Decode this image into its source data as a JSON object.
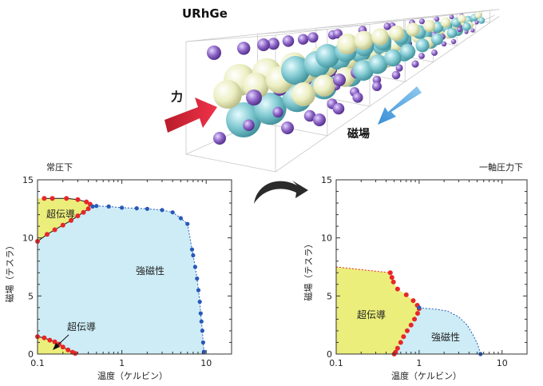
{
  "header": {
    "material": "URhGe",
    "force_label": "力",
    "field_label": "磁場"
  },
  "colors": {
    "sc_fill": "#ebee7a",
    "fm_fill": "#cdecf6",
    "red_marker": "#e8262a",
    "blue_marker": "#2858b8",
    "force_arrow": "#e2283a",
    "field_arrow": "#4a9fdc",
    "curve_arrow": "#2a2a2a",
    "u_atom": "#7fc8d0",
    "rh_atom": "#ecefc2",
    "ge_atom": "#8a62c4"
  },
  "chart_data": [
    {
      "type": "phase-diagram",
      "title": "常圧下",
      "xlabel": "温度（ケルビン）",
      "ylabel": "磁場（テスラ）",
      "x_scale": "log",
      "xlim": [
        0.1,
        20
      ],
      "ylim": [
        0,
        15
      ],
      "x_ticks": [
        "0.1",
        "1",
        "10"
      ],
      "y_ticks": [
        "0",
        "5",
        "10",
        "15"
      ],
      "grid": false,
      "regions": [
        {
          "label": "超伝導",
          "kind": "superconducting"
        },
        {
          "label": "超伝導",
          "kind": "superconducting"
        },
        {
          "label": "強磁性",
          "kind": "ferromagnetic"
        }
      ],
      "series": [
        {
          "marker": "red",
          "points": [
            [
              0.1,
              1.5
            ],
            [
              0.12,
              1.4
            ],
            [
              0.14,
              1.2
            ],
            [
              0.16,
              1.05
            ],
            [
              0.18,
              0.85
            ],
            [
              0.2,
              0.6
            ],
            [
              0.23,
              0.35
            ],
            [
              0.26,
              0.15
            ],
            [
              0.28,
              0.05
            ]
          ]
        },
        {
          "marker": "red",
          "points": [
            [
              0.1,
              9.7
            ],
            [
              0.13,
              10.3
            ],
            [
              0.16,
              10.7
            ],
            [
              0.2,
              11.1
            ],
            [
              0.25,
              11.5
            ],
            [
              0.3,
              11.9
            ],
            [
              0.35,
              12.2
            ],
            [
              0.4,
              12.5
            ],
            [
              0.42,
              12.9
            ],
            [
              0.38,
              13.1
            ],
            [
              0.3,
              13.3
            ],
            [
              0.22,
              13.4
            ],
            [
              0.15,
              13.4
            ],
            [
              0.12,
              13.4
            ]
          ]
        },
        {
          "marker": "blue",
          "points": [
            [
              0.45,
              12.7
            ],
            [
              0.5,
              12.75
            ],
            [
              0.7,
              12.7
            ],
            [
              1.0,
              12.6
            ],
            [
              1.5,
              12.55
            ],
            [
              2.0,
              12.5
            ],
            [
              3.0,
              12.4
            ],
            [
              4.0,
              12.2
            ],
            [
              5.0,
              11.7
            ],
            [
              6.0,
              11.2
            ],
            [
              6.8,
              9.0
            ],
            [
              7.0,
              8.5
            ],
            [
              7.4,
              7.5
            ],
            [
              7.8,
              6.5
            ],
            [
              8.1,
              5.5
            ],
            [
              8.4,
              4.5
            ],
            [
              8.6,
              3.5
            ],
            [
              8.8,
              2.8
            ],
            [
              9.0,
              2.0
            ],
            [
              9.2,
              1.0
            ],
            [
              9.4,
              0.2
            ]
          ]
        }
      ]
    },
    {
      "type": "phase-diagram",
      "title": "一軸圧力下",
      "xlabel": "温度（ケルビン）",
      "ylabel": "磁場（テスラ）",
      "x_scale": "log",
      "xlim": [
        0.1,
        20
      ],
      "ylim": [
        0,
        15
      ],
      "x_ticks": [
        "0.1",
        "1",
        "10"
      ],
      "y_ticks": [
        "0",
        "5",
        "10",
        "15"
      ],
      "grid": false,
      "regions": [
        {
          "label": "超伝導",
          "kind": "superconducting"
        },
        {
          "label": "強磁性",
          "kind": "ferromagnetic"
        }
      ],
      "series": [
        {
          "marker": "red",
          "points": [
            [
              0.45,
              7.0
            ],
            [
              0.47,
              6.6
            ],
            [
              0.49,
              6.2
            ],
            [
              0.55,
              5.6
            ],
            [
              0.7,
              5.1
            ],
            [
              0.85,
              4.6
            ],
            [
              0.95,
              4.2
            ],
            [
              1.0,
              3.9
            ],
            [
              0.96,
              3.5
            ],
            [
              0.88,
              3.0
            ],
            [
              0.8,
              2.5
            ],
            [
              0.72,
              2.0
            ],
            [
              0.65,
              1.5
            ],
            [
              0.6,
              1.0
            ],
            [
              0.55,
              0.5
            ],
            [
              0.52,
              0.15
            ],
            [
              0.5,
              0.0
            ]
          ]
        },
        {
          "marker": "blue",
          "points": [
            [
              1.0,
              4.0
            ],
            [
              1.1,
              3.9
            ],
            [
              5.5,
              0.0
            ]
          ]
        }
      ]
    }
  ]
}
